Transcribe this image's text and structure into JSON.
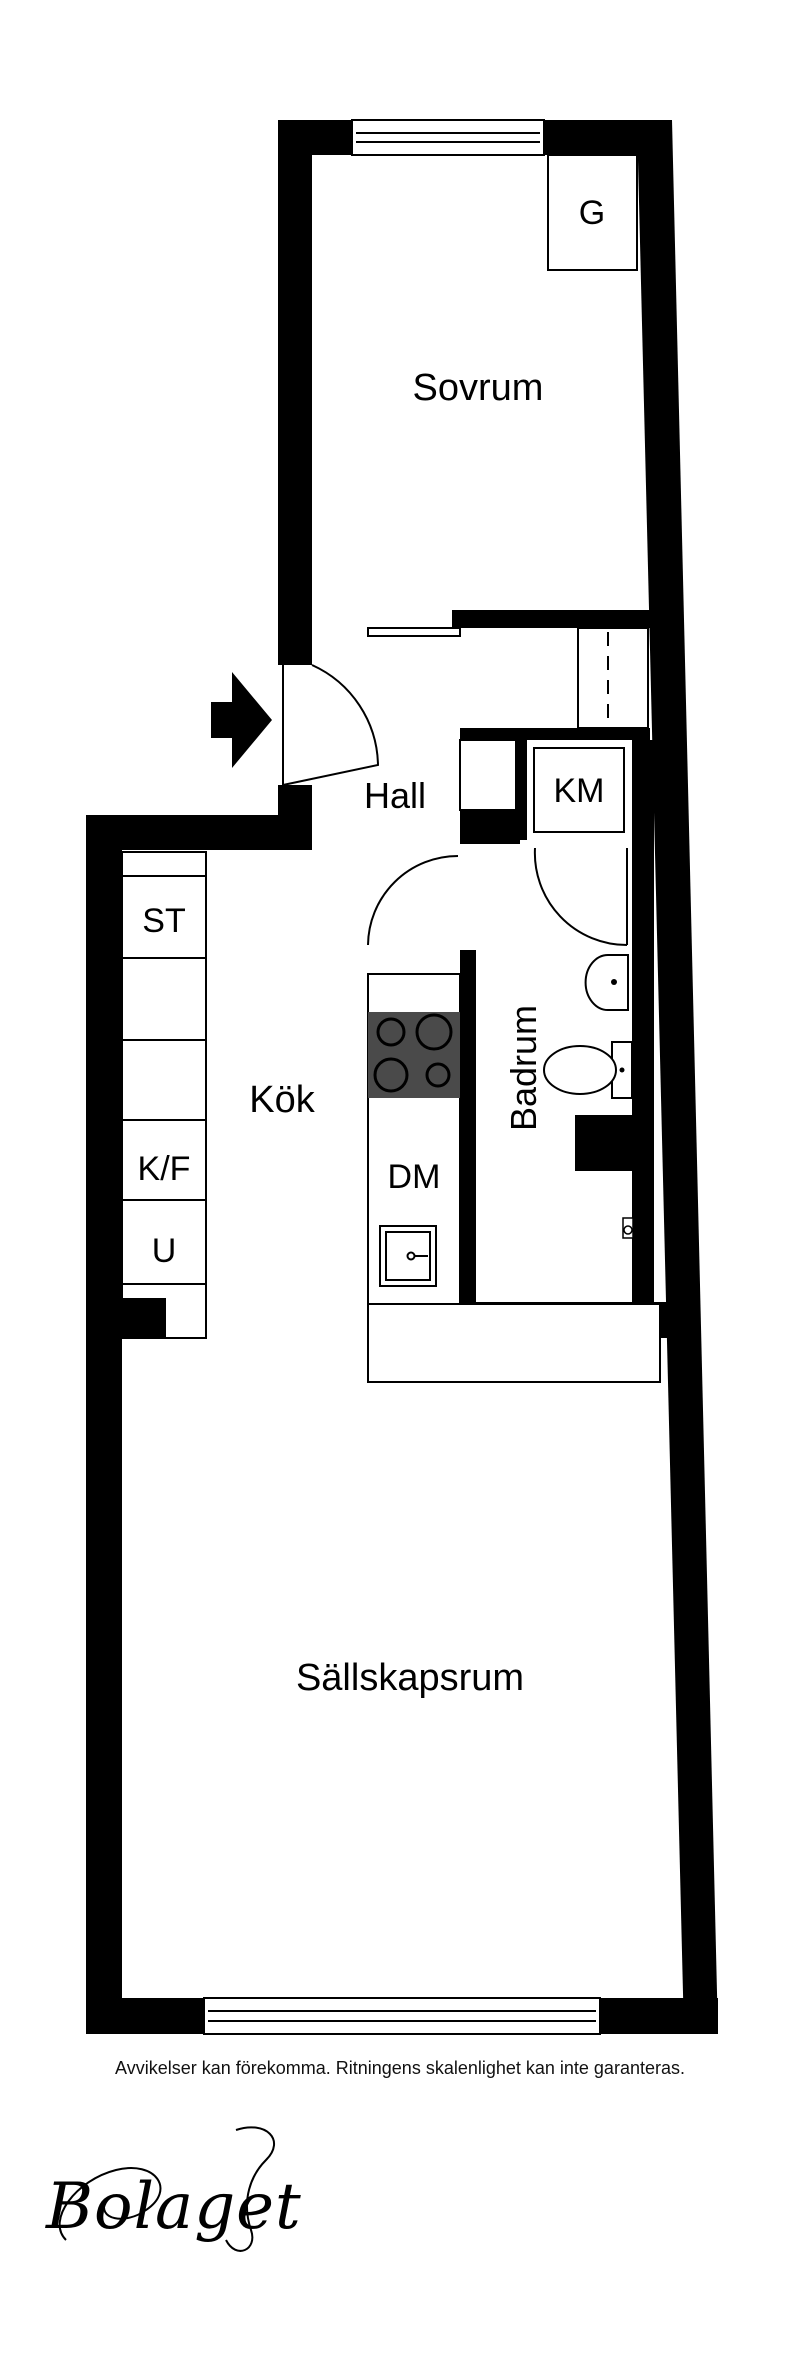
{
  "rooms": {
    "sovrum": "Sovrum",
    "hall": "Hall",
    "kok": "Kök",
    "badrum": "Badrum",
    "sallskapsrum": "Sällskapsrum"
  },
  "fixtures": {
    "garderob": "G",
    "tvattmaskin": "KM",
    "stadskap": "ST",
    "kyl_frys": "K/F",
    "ugn": "U",
    "diskmaskin": "DM"
  },
  "footer": {
    "disclaimer": "Avvikelser kan förekomma. Ritningens skalenlighet kan inte garanteras.",
    "logo": "Bolaget"
  },
  "colors": {
    "wall": "#000000",
    "stove": "#4a4a4a",
    "background": "#ffffff"
  },
  "icons": [
    "entrance-arrow-icon",
    "stove-icon",
    "sink-icon",
    "toilet-icon",
    "washbasin-icon",
    "shower-icon"
  ]
}
